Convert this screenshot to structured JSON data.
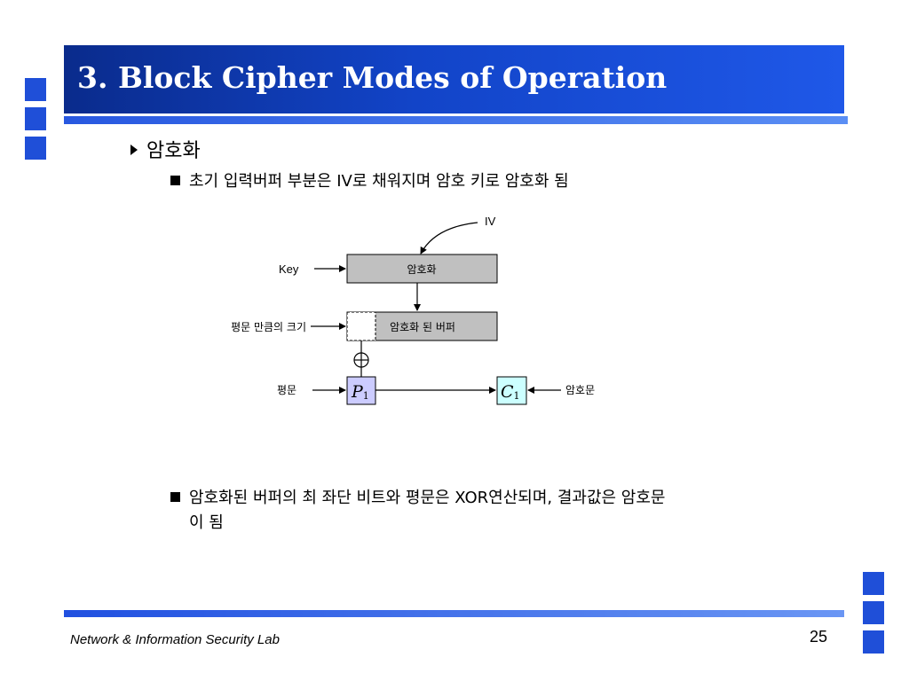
{
  "slide": {
    "title": "3. Block Cipher Modes of Operation",
    "bullet_main": "암호화",
    "sub_bullet_1": "초기 입력버퍼 부분은 IV로 채워지며 암호 키로 암호화 됨",
    "sub_bullet_2_line1": "암호화된 버퍼의 최 좌단 비트와 평문은 XOR연산되며, 결과값은 암호문",
    "sub_bullet_2_line2": "이 됨",
    "footer_lab": "Network & Information Security Lab",
    "page_number": "25"
  },
  "diagram": {
    "iv_label": "IV",
    "key_label": "Key",
    "encrypt_box_label": "암호화",
    "buffer_box_label": "암호화 된 버퍼",
    "plaintext_size_label": "평문 만큼의 크기",
    "xor_symbol": "⊕",
    "plaintext_label": "평문",
    "p_symbol": "P",
    "p_sub": "1",
    "c_symbol": "C",
    "c_sub": "1",
    "ciphertext_label": "암호문",
    "colors": {
      "box_gray": "#c0c0c0",
      "p_box": "#ccccff",
      "c_box": "#ccffff"
    }
  },
  "theme": {
    "accent": "#1f4fd8",
    "title_text": "#ffffff"
  }
}
